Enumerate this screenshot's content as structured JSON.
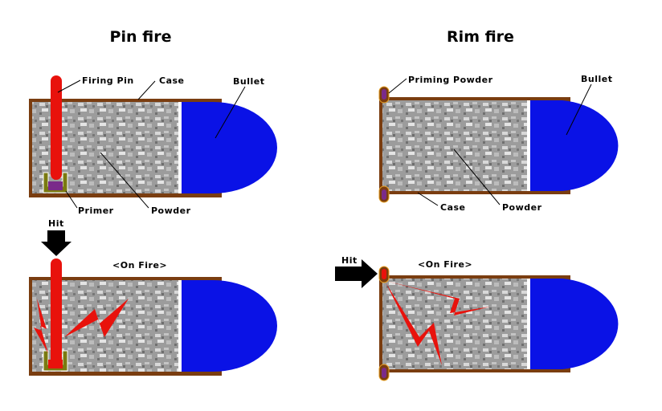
{
  "pin_fire": {
    "title": "Pin fire",
    "labels": {
      "firing_pin": "Firing Pin",
      "case": "Case",
      "bullet": "Bullet",
      "primer": "Primer",
      "powder": "Powder"
    },
    "hit": "Hit",
    "on_fire": "<On Fire>"
  },
  "rim_fire": {
    "title": "Rim fire",
    "labels": {
      "priming_powder": "Priming Powder",
      "bullet": "Bullet",
      "case": "Case",
      "powder": "Powder"
    },
    "hit": "Hit",
    "on_fire": "<On Fire>"
  },
  "colors": {
    "case": "#7a3d10",
    "bullet": "#0a12e6",
    "pin": "#e8120c",
    "primer_cup": "#7a7a10",
    "priming": "#7a2a8a"
  }
}
